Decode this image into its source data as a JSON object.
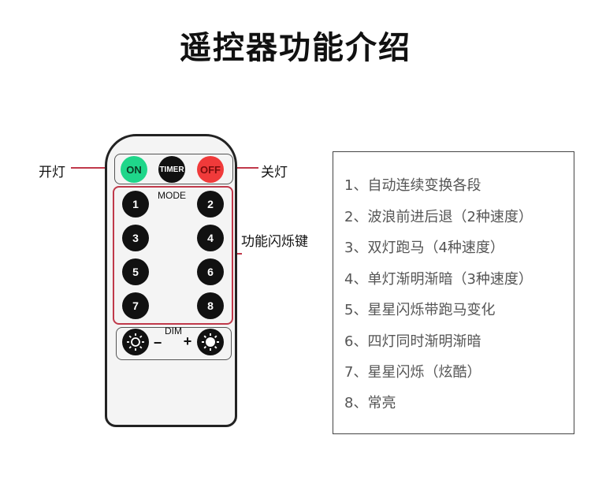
{
  "title": "遥控器功能介绍",
  "labels": {
    "on_light": "开灯",
    "off_light": "关灯",
    "flash_keys": "功能闪烁键"
  },
  "remote": {
    "on": "ON",
    "timer": "TIMER",
    "off": "OFF",
    "mode_label": "MODE",
    "modes": [
      "1",
      "2",
      "3",
      "4",
      "5",
      "6",
      "7",
      "8"
    ],
    "dim_label": "DIM",
    "minus": "−",
    "plus": "+",
    "colors": {
      "on": "#1fd68a",
      "off": "#f03a3a",
      "outline": "#c0394a"
    }
  },
  "functions": [
    "1、自动连续变换各段",
    "2、波浪前进后退（2种速度）",
    "3、双灯跑马（4种速度）",
    "4、单灯渐明渐暗（3种速度）",
    "5、星星闪烁带跑马变化",
    "6、四灯同时渐明渐暗",
    "7、星星闪烁（炫酷）",
    "8、常亮"
  ]
}
